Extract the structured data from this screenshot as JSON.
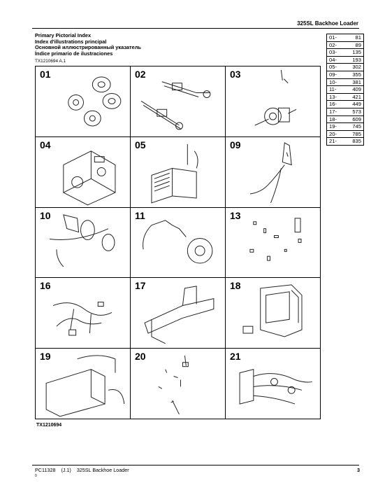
{
  "header": {
    "title": "325SL Backhoe Loader"
  },
  "titles": [
    "Primary Pictorial Index",
    "Index d'illustrations principal",
    "Основной иллюстрированный указатель",
    "Índice primario de ilustraciones"
  ],
  "ref_code": "TX1210694 A.1",
  "index_table": [
    {
      "section": "01-",
      "page": "81"
    },
    {
      "section": "02-",
      "page": "89"
    },
    {
      "section": "03-",
      "page": "135"
    },
    {
      "section": "04-",
      "page": "193"
    },
    {
      "section": "05-",
      "page": "302"
    },
    {
      "section": "09-",
      "page": "355"
    },
    {
      "section": "10-",
      "page": "381"
    },
    {
      "section": "11-",
      "page": "409"
    },
    {
      "section": "13-",
      "page": "421"
    },
    {
      "section": "16-",
      "page": "449"
    },
    {
      "section": "17-",
      "page": "573"
    },
    {
      "section": "18-",
      "page": "609"
    },
    {
      "section": "19-",
      "page": "745"
    },
    {
      "section": "20-",
      "page": "785"
    },
    {
      "section": "21-",
      "page": "835"
    }
  ],
  "cells": [
    {
      "number": "01",
      "illustration": "wheels"
    },
    {
      "number": "02",
      "illustration": "axles"
    },
    {
      "number": "03",
      "illustration": "transmission"
    },
    {
      "number": "04",
      "illustration": "engine"
    },
    {
      "number": "05",
      "illustration": "cooling"
    },
    {
      "number": "09",
      "illustration": "steering"
    },
    {
      "number": "10",
      "illustration": "brakes"
    },
    {
      "number": "11",
      "illustration": "pto"
    },
    {
      "number": "13",
      "illustration": "sensors"
    },
    {
      "number": "16",
      "illustration": "electrical-harness"
    },
    {
      "number": "17",
      "illustration": "frame"
    },
    {
      "number": "18",
      "illustration": "cab"
    },
    {
      "number": "19",
      "illustration": "hood"
    },
    {
      "number": "20",
      "illustration": "hydraulic-fittings"
    },
    {
      "number": "21",
      "illustration": "hydraulic-lines"
    }
  ],
  "figure_ref": "TX1210694",
  "footer": {
    "code": "PC11328",
    "revision": "(J.1)",
    "title": "325SL Backhoe Loader",
    "sub": "0",
    "page": "3"
  }
}
